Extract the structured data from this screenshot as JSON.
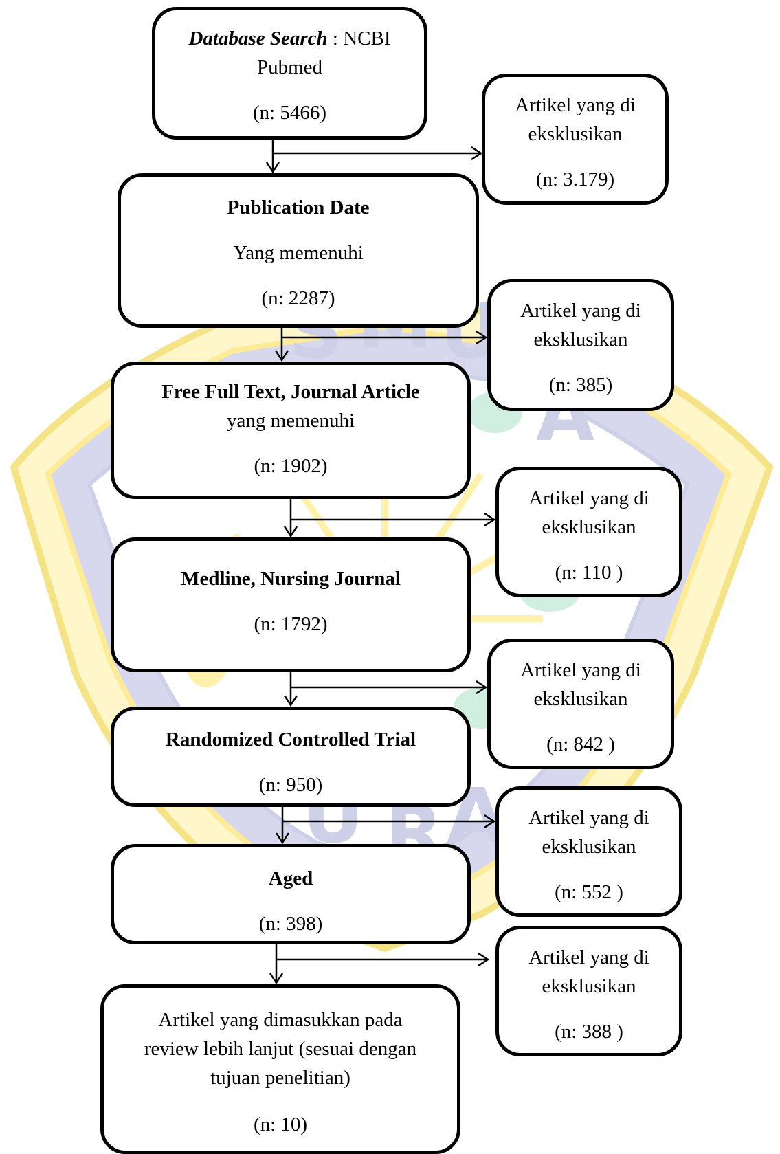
{
  "flow": {
    "database_search": {
      "label_italic": "Database Search",
      "label_rest": " : NCBI",
      "line2": "Pubmed",
      "count": "(n: 5466)"
    },
    "publication_date": {
      "title": "Publication Date",
      "subtitle": "Yang memenuhi",
      "count": "(n: 2287)"
    },
    "free_full_text": {
      "title": "Free Full Text, Journal Article",
      "subtitle": "yang memenuhi",
      "count": "(n: 1902)"
    },
    "medline": {
      "title": "Medline, Nursing Journal",
      "count": "(n: 1792)"
    },
    "rct": {
      "title": "Randomized Controlled Trial",
      "count": "(n: 950)"
    },
    "aged": {
      "title": "Aged",
      "count": "(n: 398)"
    },
    "final": {
      "line1": "Artikel yang dimasukkan pada",
      "line2": "review lebih lanjut (sesuai dengan",
      "line3": "tujuan penelitian)",
      "count": "(n: 10)"
    }
  },
  "exclusions": [
    {
      "line1": "Artikel yang di",
      "line2": "eksklusikan",
      "count": "(n: 3.179)"
    },
    {
      "line1": "Artikel yang di",
      "line2": "eksklusikan",
      "count": "(n: 385)"
    },
    {
      "line1": "Artikel yang di",
      "line2": "eksklusikan",
      "count": "(n: 110 )"
    },
    {
      "line1": "Artikel yang di",
      "line2": "eksklusikan",
      "count": "(n: 842 )"
    },
    {
      "line1": "Artikel yang di",
      "line2": "eksklusikan",
      "count": "(n: 552 )"
    },
    {
      "line1": "Artikel yang di",
      "line2": "eksklusikan",
      "count": "(n: 388 )"
    }
  ],
  "colors": {
    "border": "#000000",
    "watermark_blue": "#c9cbe6",
    "watermark_yellow": "#fff3a6",
    "watermark_green": "#cdeedd"
  }
}
